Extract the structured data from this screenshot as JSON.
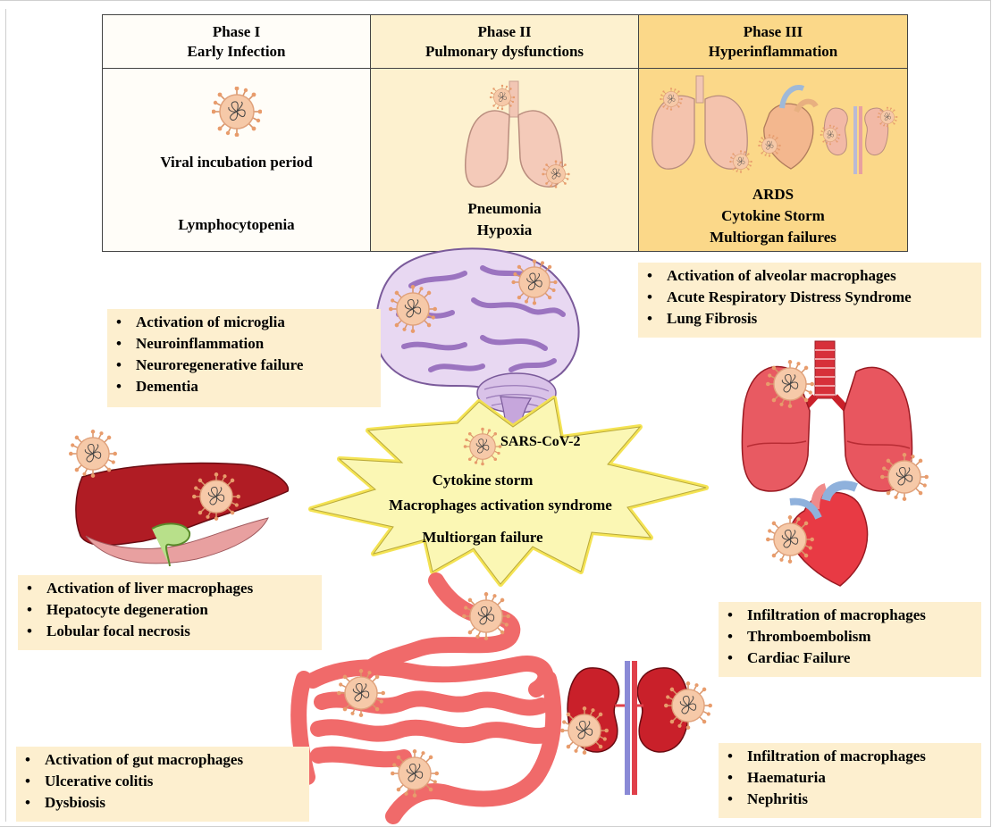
{
  "phases": [
    {
      "title": "Phase I",
      "subtitle": "Early Infection",
      "items": [
        "Viral incubation  period",
        "Lymphocytopenia"
      ]
    },
    {
      "title": "Phase II",
      "subtitle": "Pulmonary dysfunctions",
      "items": [
        "Pneumonia",
        "Hypoxia"
      ]
    },
    {
      "title": "Phase III",
      "subtitle": "Hyperinflammation",
      "items": [
        "ARDS",
        "Cytokine Storm",
        "Multiorgan failures"
      ]
    }
  ],
  "center": {
    "virus_label": "SARS-CoV-2",
    "lines": [
      "Cytokine storm",
      "Macrophages activation syndrome",
      "Multiorgan failure"
    ]
  },
  "boxes": {
    "brain": [
      "Activation of microglia",
      "Neuroinflammation",
      "Neuroregenerative failure",
      "Dementia"
    ],
    "lung": [
      "Activation of alveolar macrophages",
      "Acute Respiratory Distress Syndrome",
      "Lung Fibrosis"
    ],
    "liver": [
      "Activation of  liver macrophages",
      "Hepatocyte degeneration",
      "Lobular focal necrosis"
    ],
    "heart": [
      "Infiltration of macrophages",
      "Thromboembolism",
      "Cardiac Failure"
    ],
    "gut": [
      "Activation of gut macrophages",
      "Ulcerative colitis",
      "Dysbiosis"
    ],
    "kidney": [
      "Infiltration of macrophages",
      "Haematuria",
      "Nephritis"
    ]
  },
  "colors": {
    "box_fill": "#fdefcf",
    "phase1_fill": "#fffdf8",
    "phase2_fill": "#fdf1cf",
    "phase3_fill": "#fbd889",
    "star_fill": "#fbf7b4",
    "star_glow": "#f4e24a",
    "organ_red": "#c9202a",
    "organ_pink": "#f08a8a",
    "virus_fill": "#f6c9a8"
  }
}
